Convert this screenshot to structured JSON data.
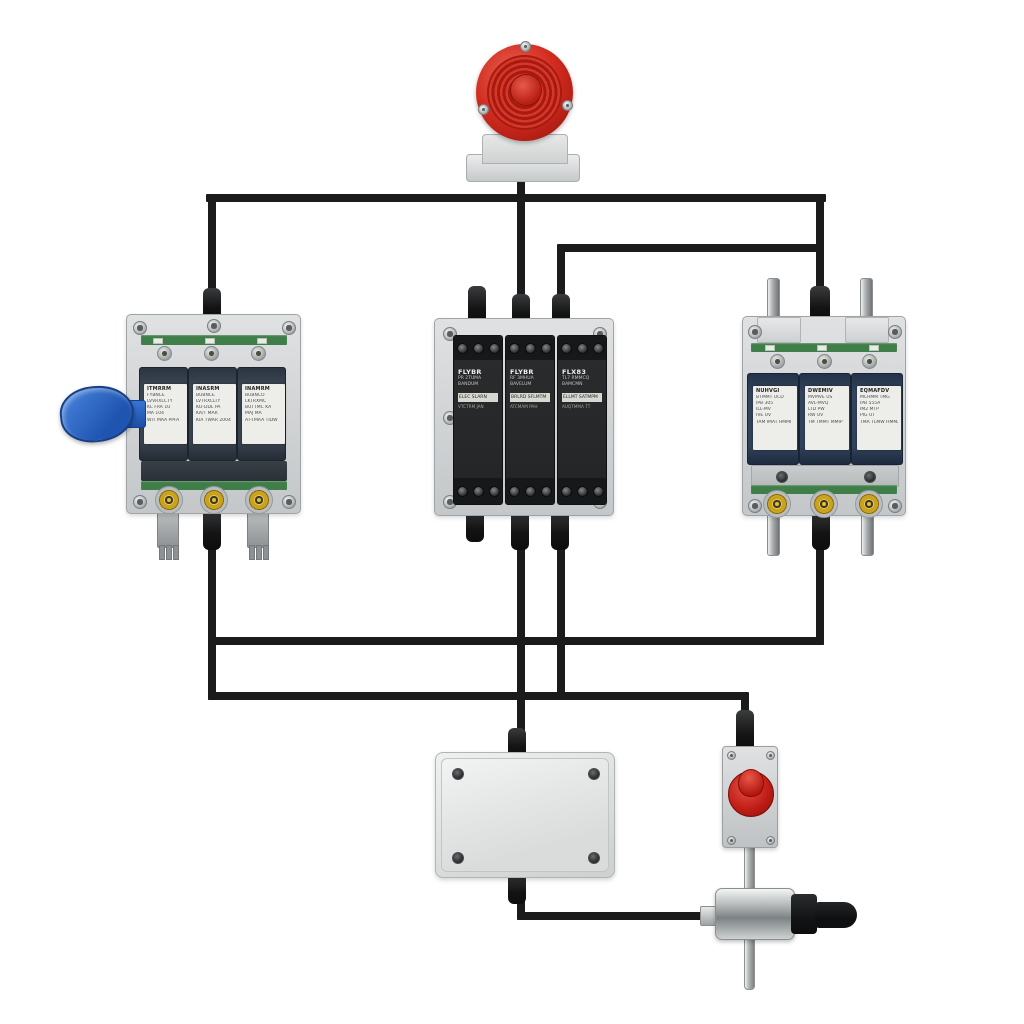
{
  "diagram": {
    "background": "#ffffff",
    "wire_color": "#1b1b1b"
  },
  "colors": {
    "beacon_red": "#d02a1e",
    "estop_red": "#c11e17",
    "handle_blue": "#2a62c8",
    "terminal_yellow": "#d9a41e",
    "pcb_green": "#3f7d49",
    "plate_gray": "#ccd0d2",
    "module_slate": "#3c4653",
    "module_navy": "#33445c",
    "module_black": "#232527"
  },
  "spd_left": {
    "modules": [
      {
        "lines": [
          "ITMRRM",
          "FYBNCE",
          "LVVRXLCTY",
          "KC FRA 1U",
          "MA 104",
          "WIT MAA PPFA"
        ]
      },
      {
        "lines": [
          "INASRM",
          "BUBNCE",
          "LVTRXCLTY",
          "KO-DDL PA",
          "KA/T MAR",
          "KIA TWAR 2004"
        ]
      },
      {
        "lines": [
          "INAMRM",
          "BUBNCO",
          "LKTRXMC",
          "BUTTMC KA",
          "MAJ MA",
          "AT-TMAA TIDW"
        ]
      }
    ]
  },
  "spd_center": {
    "modules": [
      {
        "brand": "FLYBR",
        "line1": "PR 2TUMA",
        "line2": "BANDUM",
        "band": "ELEC SLARN",
        "foot": "VTCTRM JAN"
      },
      {
        "brand": "FLYBR",
        "line1": "RF 3MHUA",
        "line2": "BAVELUM",
        "band": "BRLRD SFLMTM",
        "foot": "ATCMAM PAH"
      },
      {
        "brand": "FLX83",
        "line1": "TL7 RMMCQ",
        "line2": "BAMCMN",
        "band": "ELLMT SATMPM",
        "foot": "AUQTMMA TT"
      }
    ]
  },
  "spd_right": {
    "modules": [
      {
        "lines": [
          "NUHVGI",
          "BTMMT UCD",
          "IPB 305",
          "ILL-MV",
          "IVE UV",
          "TAM IMAT HMMI"
        ]
      },
      {
        "lines": [
          "DWEMIV",
          "MVMVE US",
          "AVL-MVQ",
          "LTD PW",
          "RW UV",
          "TM TMMT MMIP"
        ]
      },
      {
        "lines": [
          "EQMAFDV",
          "MCHMM TMG",
          "IPB 555A",
          "IM2 MTP",
          "PIG UT",
          "TMA TLMW HMMA"
        ]
      }
    ]
  }
}
